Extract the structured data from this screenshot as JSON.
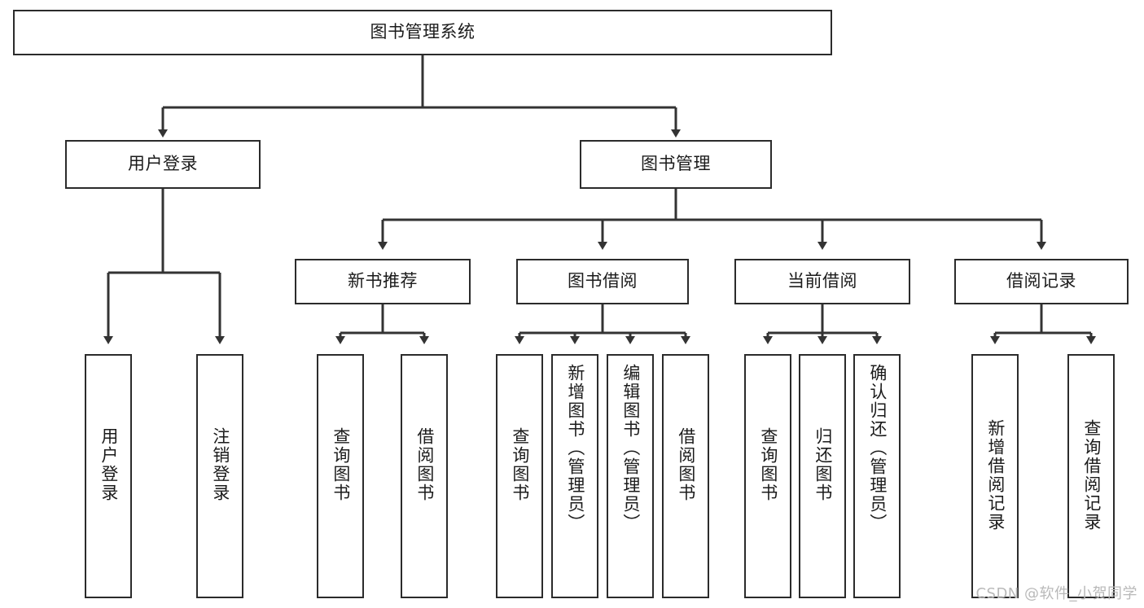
{
  "diagram": {
    "title": "图书管理系统",
    "type": "tree",
    "watermark": "CSDN @软件_小贺同学",
    "colors": {
      "background": "#ffffff",
      "border": "#2b2b2b",
      "text": "#1b1b1b",
      "edge": "#333333",
      "watermark": "#b9b9b9"
    },
    "levels": {
      "root": {
        "label": "图书管理系统"
      },
      "level2": [
        {
          "label": "用户登录"
        },
        {
          "label": "图书管理"
        }
      ],
      "level3": [
        {
          "label": "新书推荐"
        },
        {
          "label": "图书借阅"
        },
        {
          "label": "当前借阅"
        },
        {
          "label": "借阅记录"
        }
      ],
      "leaves_user_login": [
        {
          "label": "用户登录"
        },
        {
          "label": "注销登录"
        }
      ],
      "leaves_new_book": [
        {
          "label": "查询图书"
        },
        {
          "label": "借阅图书"
        }
      ],
      "leaves_borrow": [
        {
          "label": "查询图书"
        },
        {
          "label": "新增图书（管理员）"
        },
        {
          "label": "编辑图书（管理员）"
        },
        {
          "label": "借阅图书"
        }
      ],
      "leaves_current": [
        {
          "label": "查询图书"
        },
        {
          "label": "归还图书"
        },
        {
          "label": "确认归还（管理员）"
        }
      ],
      "leaves_record": [
        {
          "label": "新增借阅记录"
        },
        {
          "label": "查询借阅记录"
        }
      ]
    }
  }
}
